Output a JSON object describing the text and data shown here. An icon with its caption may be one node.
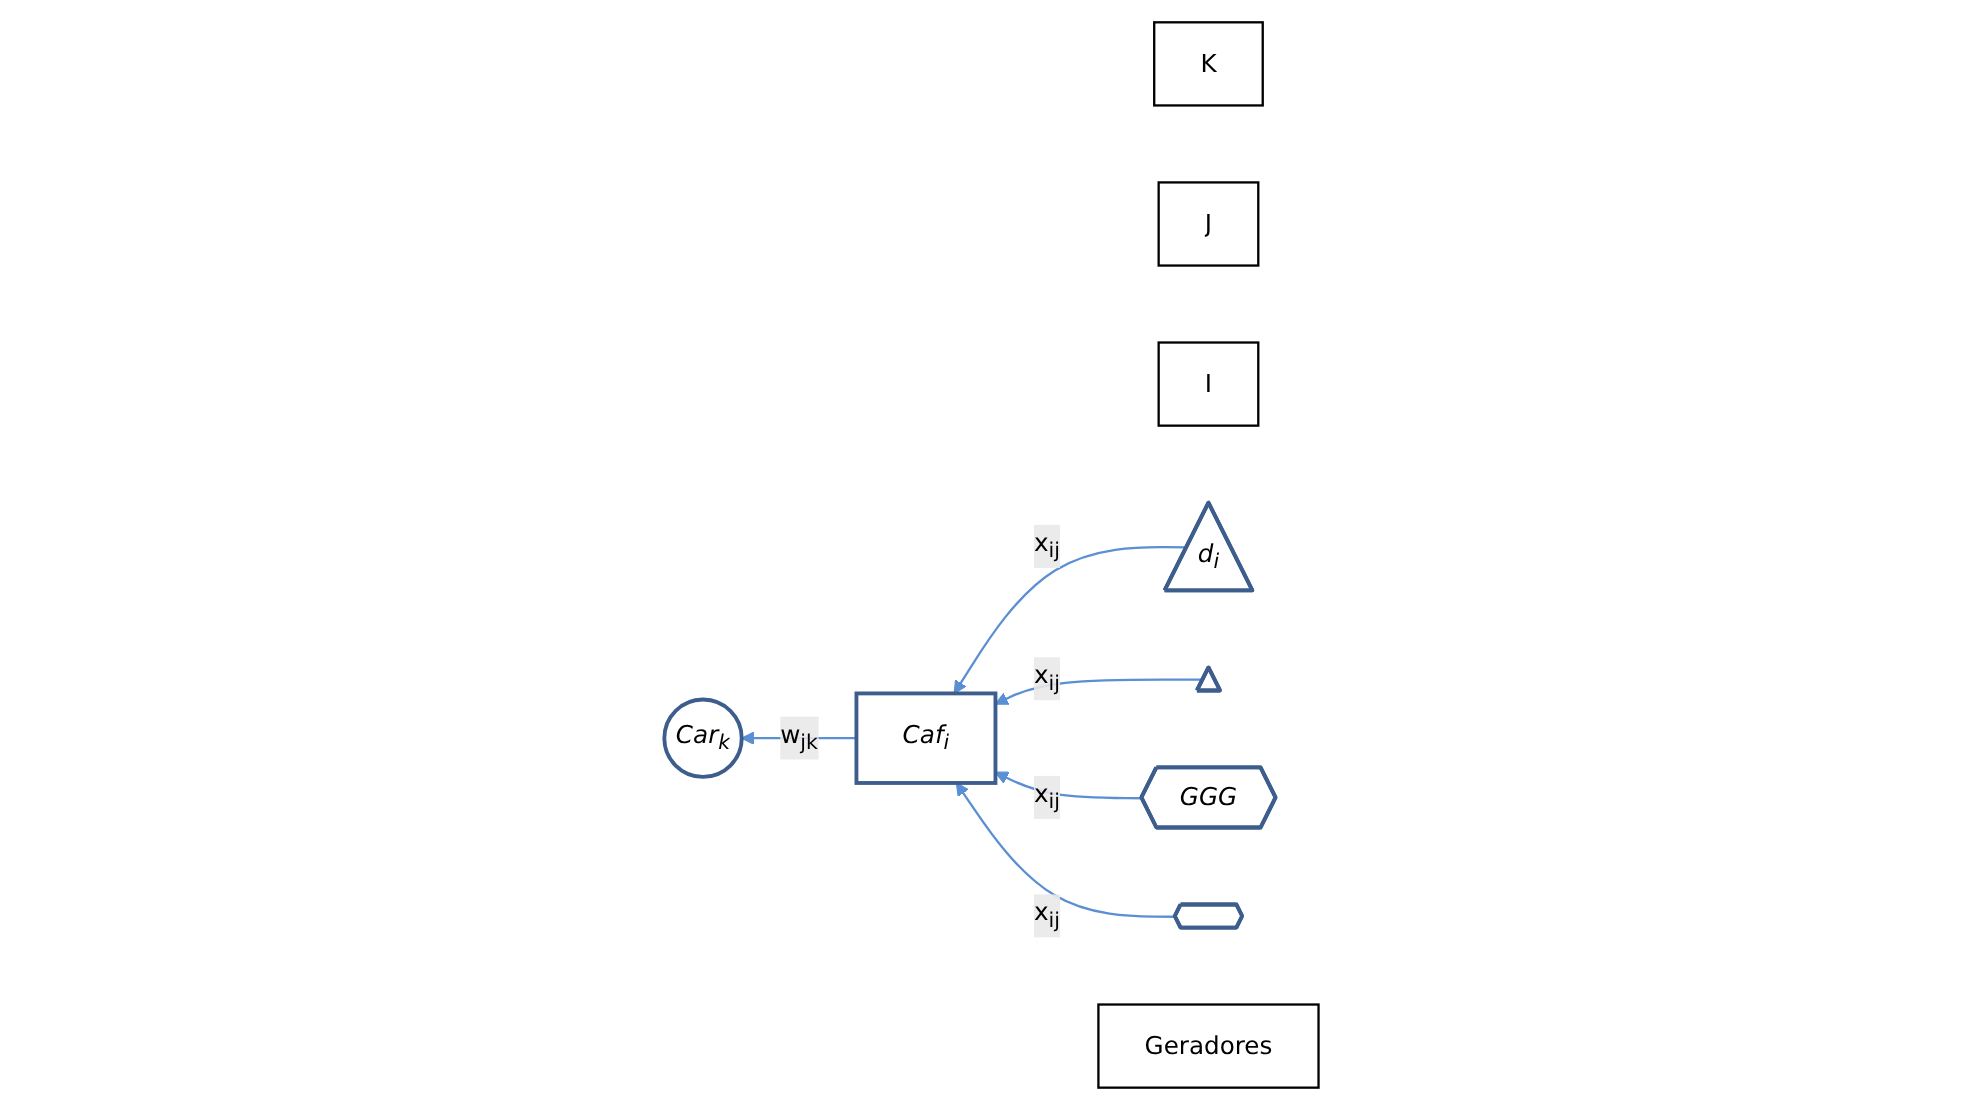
{
  "diagram": {
    "nodes": [
      {
        "text": [
          "K"
        ]
      },
      {
        "text": [
          "J"
        ]
      },
      {
        "text": [
          "I"
        ]
      },
      {
        "text": [
          "Car$_{k}$"
        ]
      },
      {
        "text": [
          "Caf$_{i}$"
        ]
      },
      {
        "text": [
          "d$_{i}$"
        ]
      },
      {
        "text": [],
        "shape": "triangle"
      },
      {
        "text": [
          "GGG"
        ]
      },
      {
        "text": [],
        "shape": "hexagon"
      },
      {
        "text": [
          "Geradores"
        ]
      }
    ],
    "edges": [
      {
        "from": 4,
        "to": 3,
        "arrow": "to",
        "label": "w$_{jk}$"
      },
      {
        "from": 5,
        "to": 4,
        "arrow": "to",
        "label": "x$_{ij}$"
      },
      {
        "from": 6,
        "to": 4,
        "arrow": "to",
        "label": "x$_{ij}$"
      },
      {
        "from": 7,
        "to": 4,
        "arrow": "to",
        "label": "x$_{ij}$"
      },
      {
        "from": 8,
        "to": 4,
        "arrow": "to",
        "label": "x$_{ij}$"
      }
    ]
  }
}
